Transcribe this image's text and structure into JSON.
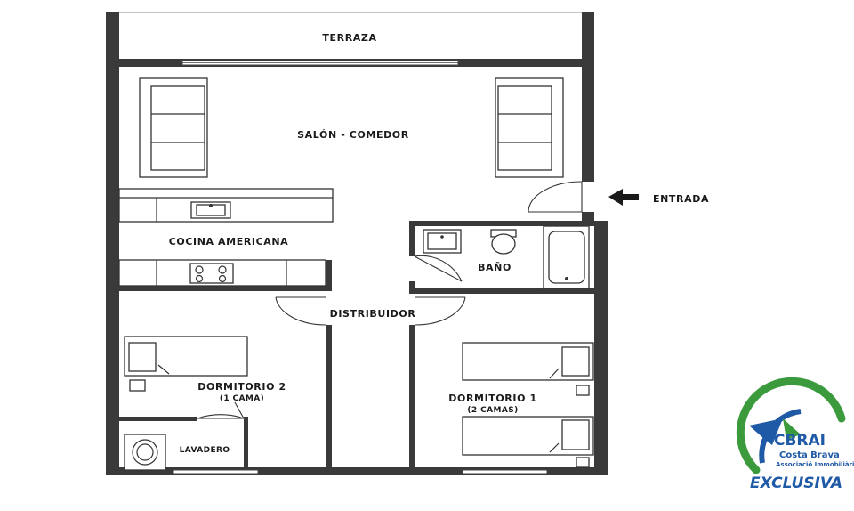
{
  "rooms": {
    "terraza": "TERRAZA",
    "salon": "SALÓN - COMEDOR",
    "cocina": "COCINA AMERICANA",
    "bano": "BAÑO",
    "distribuidor": "DISTRIBUIDOR",
    "dormitorio2": "DORMITORIO 2",
    "dormitorio2_sub": "(1 CAMA)",
    "dormitorio1": "DORMITORIO 1",
    "dormitorio1_sub": "(2 CAMAS)",
    "lavadero": "LAVADERO"
  },
  "entrance": {
    "label": "ENTRADA",
    "icon": "arrow-left-icon"
  },
  "logo": {
    "brand": "CBRAI",
    "region": "Costa Brava",
    "subtitle": "Associació Immobiliària",
    "tag": "EXCLUSIVA",
    "colors": {
      "blue": "#1f5aa6",
      "green": "#3a9a3c"
    }
  },
  "colors": {
    "wall": "#3a3a3a",
    "line": "#333333"
  }
}
